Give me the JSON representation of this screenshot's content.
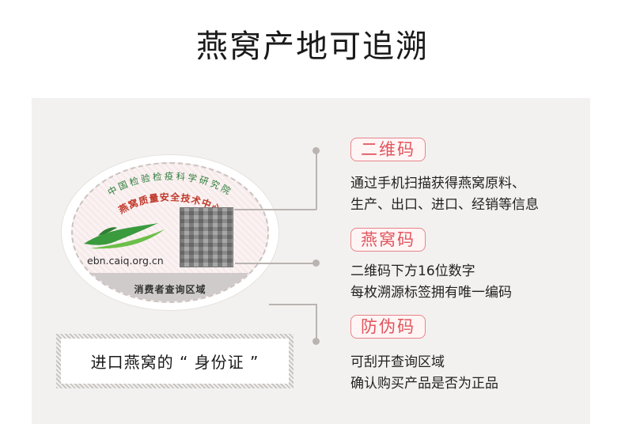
{
  "title": "燕窝产地可追溯",
  "label": {
    "org_name": "中国检验检疫科学研究院",
    "center_name": "燕窝质量安全技术中心",
    "url": "ebn.caiq.org.cn",
    "consumer_area": "消费者查询区域",
    "qr_icon": "qr-code-icon",
    "logo_icon": "swallow-logo-icon"
  },
  "features": [
    {
      "tag": "二维码",
      "lines": [
        "通过手机扫描获得燕窝原料、",
        "生产、出口、进口、经销等信息"
      ]
    },
    {
      "tag": "燕窝码",
      "lines": [
        "二维码下方16位数字",
        "每枚溯源标签拥有唯一编码"
      ]
    },
    {
      "tag": "防伪码",
      "lines": [
        "可刮开查询区域",
        "确认购买产品是否为正品"
      ]
    }
  ],
  "id_card_text": "进口燕窝的 “ 身份证 ”",
  "colors": {
    "accent": "#e0555d",
    "panel": "#f3f1ef",
    "connector": "#b9b4b1"
  }
}
